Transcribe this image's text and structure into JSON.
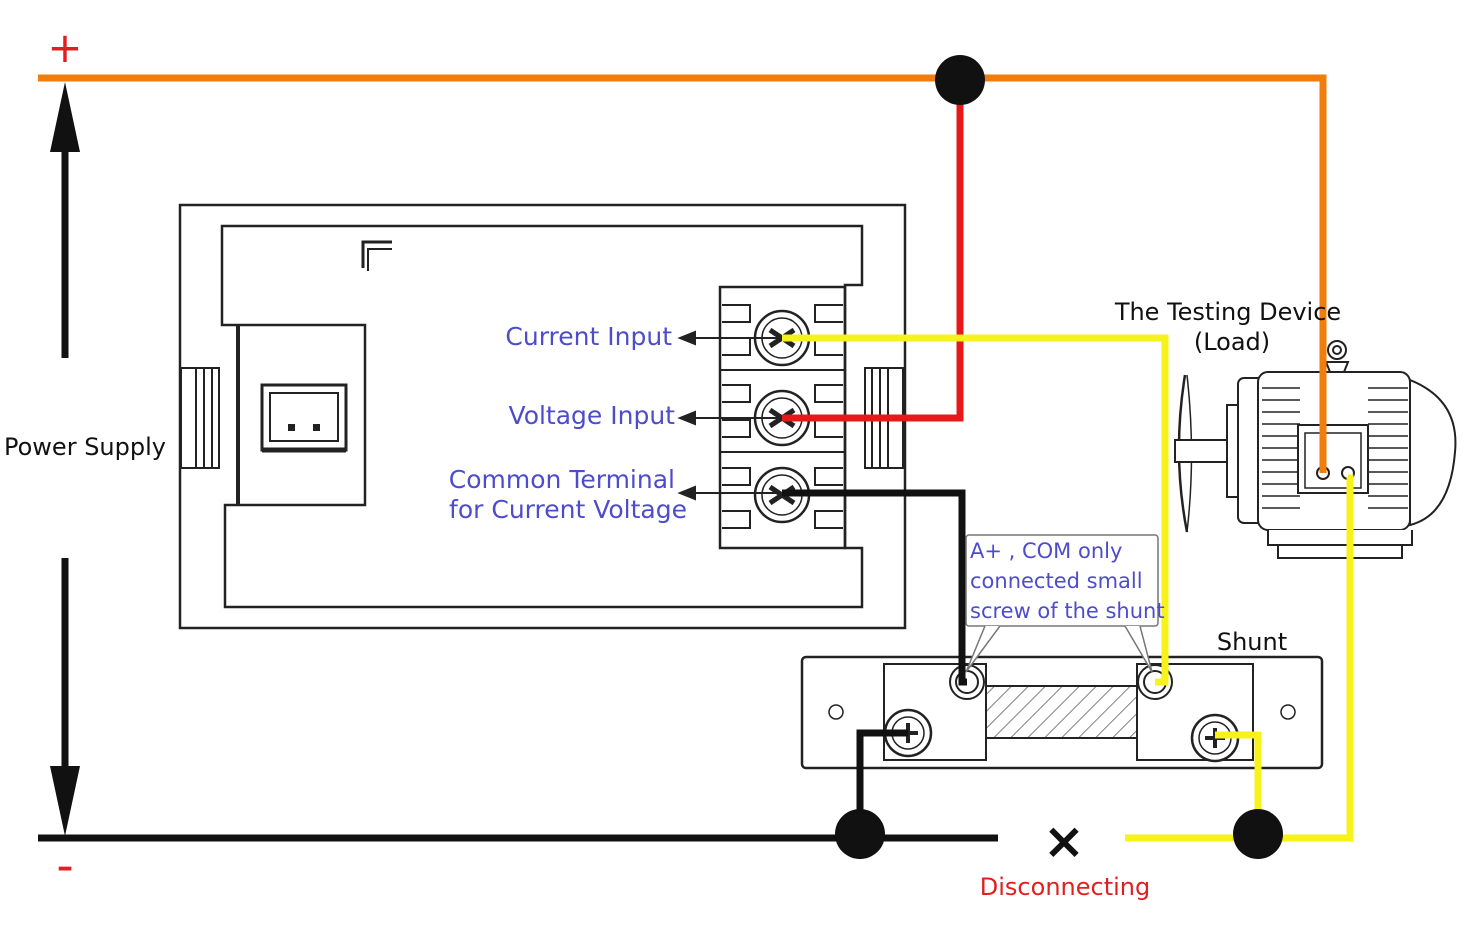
{
  "labels": {
    "plus": "+",
    "minus": "-",
    "power_supply": "Power Supply",
    "current_input": "Current Input",
    "voltage_input": "Voltage Input",
    "common_line1": "Common Terminal",
    "common_line2": "for Current Voltage",
    "device_line1": "The Testing Device",
    "device_line2": "(Load)",
    "note_line1": "A+ , COM only",
    "note_line2": "connected small",
    "note_line3": "screw of the shunt",
    "shunt": "Shunt",
    "disconnect_mark": "×",
    "disconnecting": "Disconnecting"
  },
  "colors": {
    "positive_wire": "#f07d0c",
    "voltage_wire": "#e81818",
    "current_wire": "#f6f21a",
    "common_wire": "#111111",
    "label_blue": "#4d4dcc",
    "label_red": "#e02020"
  }
}
